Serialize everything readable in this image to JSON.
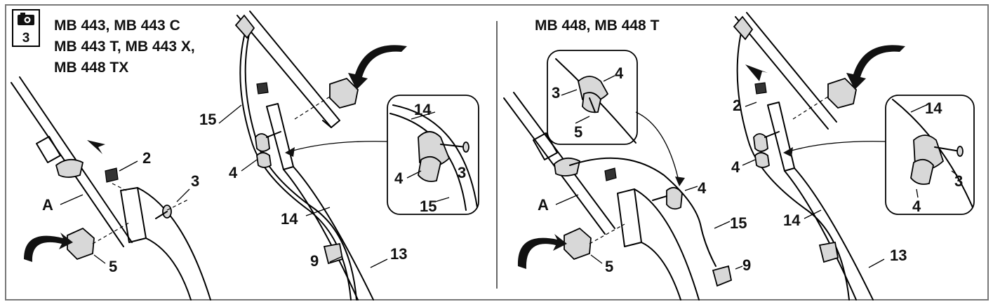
{
  "step_number": "3",
  "panels": [
    {
      "id": "left",
      "models": [
        "MB 443, MB 443 C",
        "MB 443 T, MB 443 X,",
        "MB 448 TX"
      ],
      "callouts": {
        "A": "A",
        "2": "2",
        "3": "3",
        "4a": "4",
        "4b": "4",
        "5": "5",
        "9": "9",
        "13": "13",
        "14a": "14",
        "14b": "14",
        "15a": "15",
        "15b": "15",
        "3b": "3"
      }
    },
    {
      "id": "right",
      "models": [
        "MB 448, MB 448 T"
      ],
      "callouts": {
        "A": "A",
        "2": "2",
        "3a": "3",
        "3b": "3",
        "4a": "4",
        "4b": "4",
        "4c": "4",
        "4d": "4",
        "5a": "5",
        "5b": "5",
        "9": "9",
        "13": "13",
        "14a": "14",
        "14b": "14",
        "15": "15"
      }
    }
  ],
  "icons": {
    "step_badge": "camera-icon"
  }
}
